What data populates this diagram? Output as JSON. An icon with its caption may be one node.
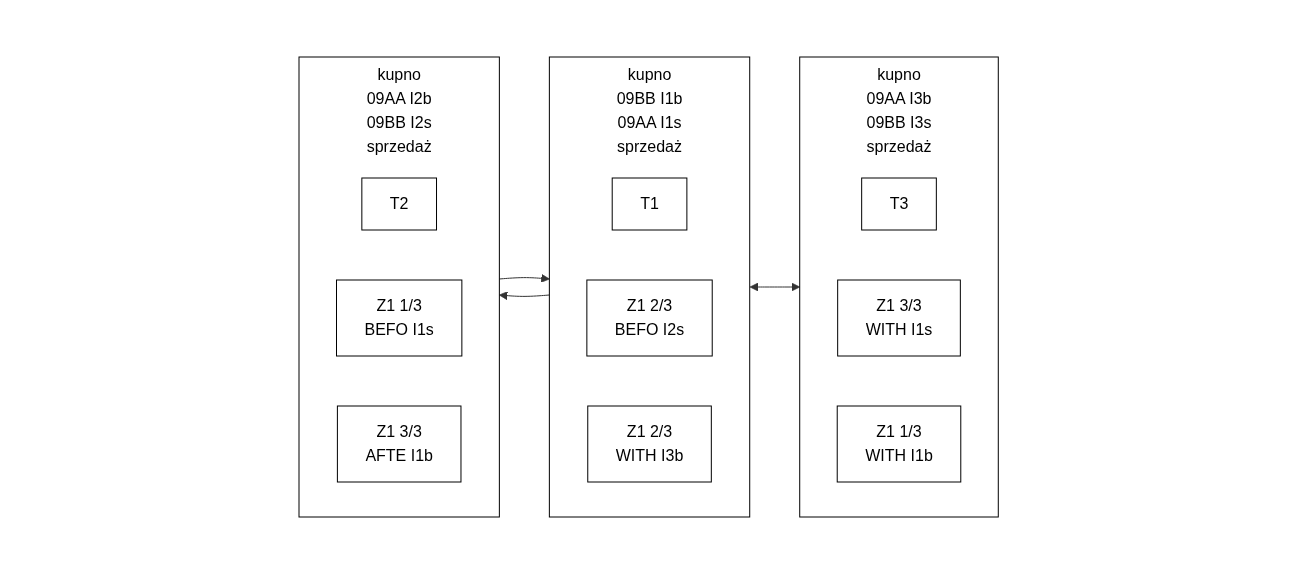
{
  "diagram": {
    "nodes": [
      {
        "text": [
          "kupno",
          "09BB I1b",
          "09AA I1s",
          "sprzedaż"
        ]
      },
      {
        "text": [
          "T1"
        ],
        "in": 0
      },
      {
        "text": [
          "Z1 2/3",
          "BEFO I2s"
        ],
        "in": 0
      },
      {
        "text": [
          "Z1 2/3",
          "WITH I3b"
        ],
        "in": 0
      },
      {
        "text": [
          "kupno",
          "09AA I3b",
          "09BB I3s",
          "sprzedaż"
        ]
      },
      {
        "text": [
          "T3"
        ],
        "in": 4
      },
      {
        "text": [
          "Z1 3/3",
          "WITH I1s"
        ],
        "in": 4
      },
      {
        "text": [
          "Z1 1/3",
          "WITH I1b"
        ],
        "in": 4
      },
      {
        "text": [
          "kupno",
          "09AA I2b",
          "09BB I2s",
          "sprzedaż"
        ]
      },
      {
        "text": [
          "T2"
        ],
        "in": 8
      },
      {
        "text": [
          "Z1 1/3",
          "BEFO I1s"
        ],
        "in": 8
      },
      {
        "text": [
          "Z1 3/3",
          "AFTE I1b"
        ],
        "in": 8
      }
    ],
    "edges": [
      {
        "from": 0,
        "to": 4,
        "arrow": "both"
      },
      {
        "from": 8,
        "to": 0,
        "arrow": "to"
      },
      {
        "from": 0,
        "to": 8,
        "arrow": "to"
      }
    ]
  }
}
